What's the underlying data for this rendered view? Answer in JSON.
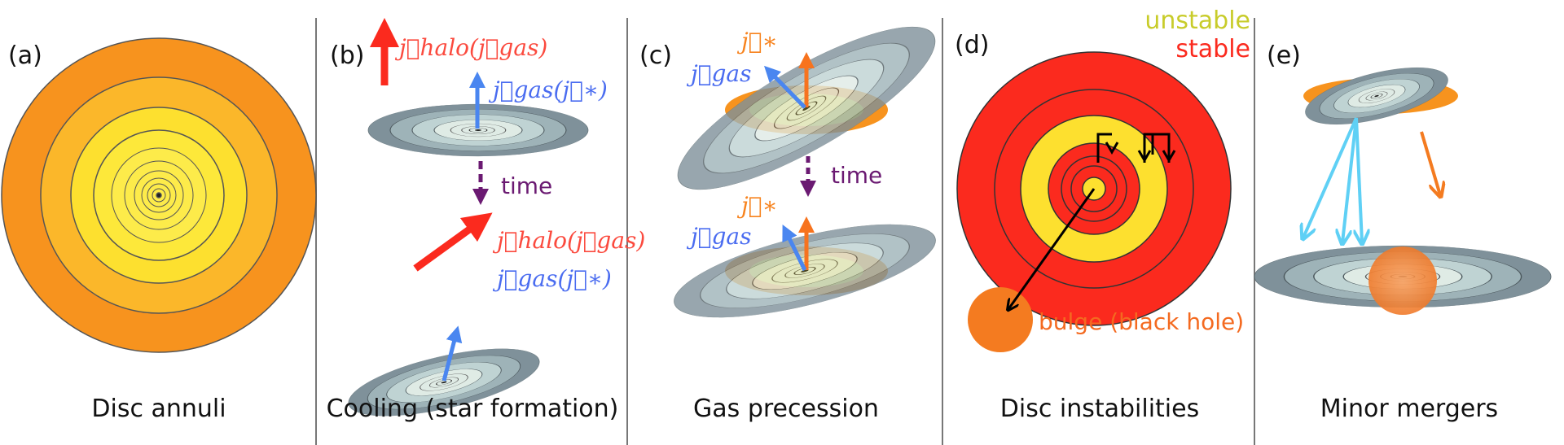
{
  "panels": [
    {
      "tag": "(a)",
      "caption": "Disc annuli"
    },
    {
      "tag": "(b)",
      "caption": "Cooling (star formation)",
      "halo_label": "j⃗halo(j⃗gas)",
      "gas_label": "j⃗gas(j⃗∗)",
      "time": "time"
    },
    {
      "tag": "(c)",
      "caption": "Gas precession",
      "gas_label": "j⃗gas",
      "star_label": "j⃗∗",
      "time": "time"
    },
    {
      "tag": "(d)",
      "caption": "Disc instabilities",
      "unstable": "unstable",
      "stable": "stable",
      "bulge": "bulge (black hole)"
    },
    {
      "tag": "(e)",
      "caption": "Minor mergers"
    }
  ],
  "colors": {
    "orange": "#f7931e",
    "yellow": "#fde02f",
    "red": "#fb2a1e",
    "blue": "#4a86f0",
    "purple": "#6b1a72",
    "cyan": "#5fd0f5",
    "gray": "#7f919a"
  }
}
